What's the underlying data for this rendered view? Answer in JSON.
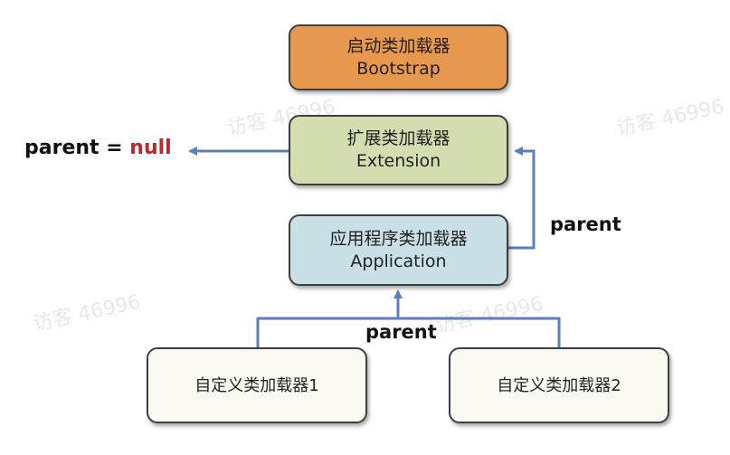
{
  "boxes": {
    "bootstrap": {
      "title": "启动类加载器",
      "subtitle": "Bootstrap",
      "color": "#e8974e"
    },
    "extension": {
      "title": "扩展类加载器",
      "subtitle": "Extension",
      "color": "#d4ddb0"
    },
    "application": {
      "title": "应用程序类加载器",
      "subtitle": "Application",
      "color": "#c9e0e6"
    },
    "custom1": {
      "title": "自定义类加载器1",
      "color": "#fbfaf2"
    },
    "custom2": {
      "title": "自定义类加载器2",
      "color": "#fbfaf2"
    }
  },
  "labels": {
    "parent_null_prefix": "parent = ",
    "parent_null_value": "null",
    "parent_app_to_ext": "parent",
    "parent_custom_to_app": "parent"
  },
  "watermarks": [
    "访客 46996",
    "访客 46996",
    "访客 46996",
    "访客 46996"
  ],
  "colors": {
    "arrow": "#5b7fb8",
    "null_text": "#b7292c"
  }
}
